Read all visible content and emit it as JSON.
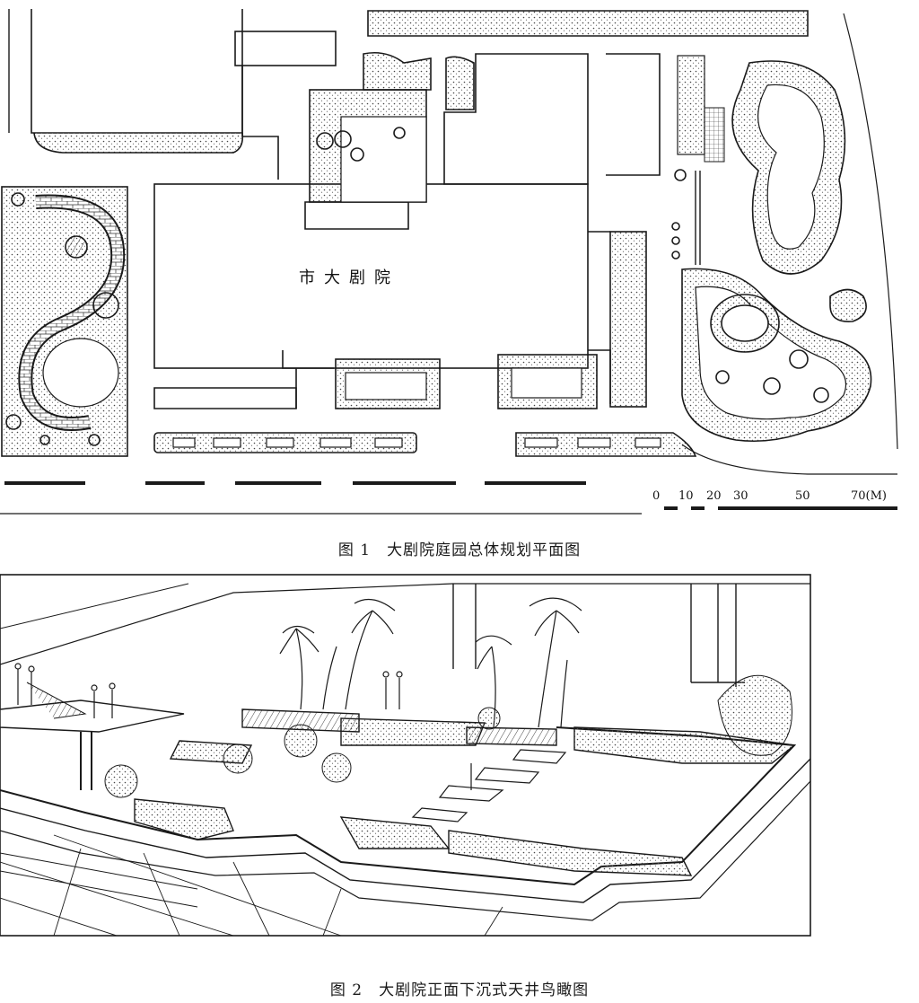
{
  "figure1": {
    "number": "图 1",
    "caption": "大剧院庭园总体规划平面图",
    "building_label": "市大剧院",
    "scale_labels": [
      "0",
      "10",
      "20",
      "30",
      "50",
      "70(M)"
    ]
  },
  "figure2": {
    "number": "图 2",
    "caption": "大剧院正面下沉式天井鸟瞰图"
  },
  "colors": {
    "ink": "#1a1a1a",
    "paper": "#ffffff",
    "stipple": "#bdbdbd"
  }
}
